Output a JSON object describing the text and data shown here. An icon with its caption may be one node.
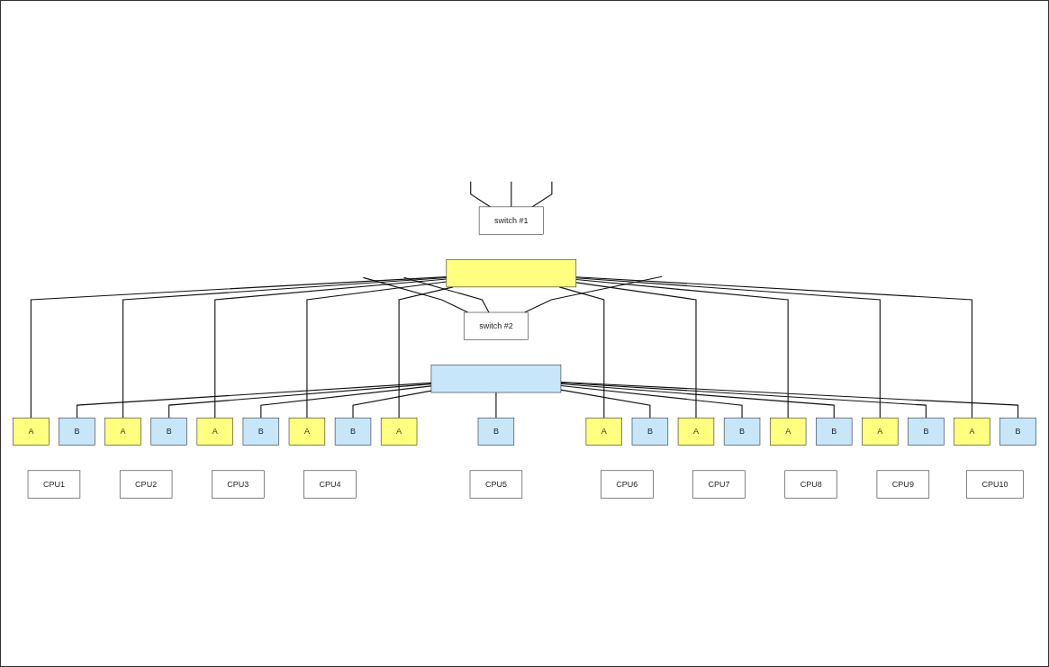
{
  "diagram": {
    "nodes": [
      {
        "text": [
          "switch #1"
        ]
      },
      {
        "text": [],
        "shape": "bar"
      },
      {
        "text": [
          "switch #2"
        ]
      },
      {
        "text": [],
        "shape": "bar"
      },
      {
        "text": [
          "A"
        ]
      },
      {
        "text": [
          "B"
        ]
      },
      {
        "text": [
          "A"
        ]
      },
      {
        "text": [
          "B"
        ]
      },
      {
        "text": [
          "A"
        ]
      },
      {
        "text": [
          "B"
        ]
      },
      {
        "text": [
          "A"
        ]
      },
      {
        "text": [
          "B"
        ]
      },
      {
        "text": [
          "A"
        ]
      },
      {
        "text": [
          "B"
        ]
      },
      {
        "text": [
          "A"
        ]
      },
      {
        "text": [
          "B"
        ]
      },
      {
        "text": [
          "A"
        ]
      },
      {
        "text": [
          "B"
        ]
      },
      {
        "text": [
          "A"
        ]
      },
      {
        "text": [
          "B"
        ]
      },
      {
        "text": [
          "A"
        ]
      },
      {
        "text": [
          "B"
        ]
      },
      {
        "text": [
          "A"
        ]
      },
      {
        "text": [
          "B"
        ]
      },
      {
        "text": [
          "CPU1"
        ]
      },
      {
        "text": [
          "CPU2"
        ]
      },
      {
        "text": [
          "CPU3"
        ]
      },
      {
        "text": [
          "CPU4"
        ]
      },
      {
        "text": [
          "CPU5"
        ]
      },
      {
        "text": [
          "CPU6"
        ]
      },
      {
        "text": [
          "CPU7"
        ]
      },
      {
        "text": [
          "CPU8"
        ]
      },
      {
        "text": [
          "CPU9"
        ]
      },
      {
        "text": [
          "CPU10"
        ]
      }
    ],
    "edges": [
      {
        "from": null,
        "to": 0,
        "arrow": "none"
      },
      {
        "from": null,
        "to": 0,
        "arrow": "none"
      },
      {
        "from": null,
        "to": 0,
        "arrow": "none"
      },
      {
        "from": null,
        "to": 2,
        "arrow": "none"
      },
      {
        "from": null,
        "to": 2,
        "arrow": "none"
      },
      {
        "from": null,
        "to": 2,
        "arrow": "none"
      },
      {
        "from": 1,
        "to": 4,
        "arrow": "none"
      },
      {
        "from": 1,
        "to": 6,
        "arrow": "none"
      },
      {
        "from": 1,
        "to": 8,
        "arrow": "none"
      },
      {
        "from": 1,
        "to": 10,
        "arrow": "none"
      },
      {
        "from": 1,
        "to": 12,
        "arrow": "none"
      },
      {
        "from": 1,
        "to": 14,
        "arrow": "none"
      },
      {
        "from": 1,
        "to": 16,
        "arrow": "none"
      },
      {
        "from": 1,
        "to": 18,
        "arrow": "none"
      },
      {
        "from": 1,
        "to": 20,
        "arrow": "none"
      },
      {
        "from": 1,
        "to": 22,
        "arrow": "none"
      },
      {
        "from": 3,
        "to": 5,
        "arrow": "none"
      },
      {
        "from": 3,
        "to": 7,
        "arrow": "none"
      },
      {
        "from": 3,
        "to": 9,
        "arrow": "none"
      },
      {
        "from": 3,
        "to": 11,
        "arrow": "none"
      },
      {
        "from": 3,
        "to": 13,
        "arrow": "none"
      },
      {
        "from": 3,
        "to": 15,
        "arrow": "none"
      },
      {
        "from": 3,
        "to": 17,
        "arrow": "none"
      },
      {
        "from": 3,
        "to": 19,
        "arrow": "none"
      },
      {
        "from": 3,
        "to": 21,
        "arrow": "none"
      },
      {
        "from": 3,
        "to": 23,
        "arrow": "none"
      }
    ]
  }
}
